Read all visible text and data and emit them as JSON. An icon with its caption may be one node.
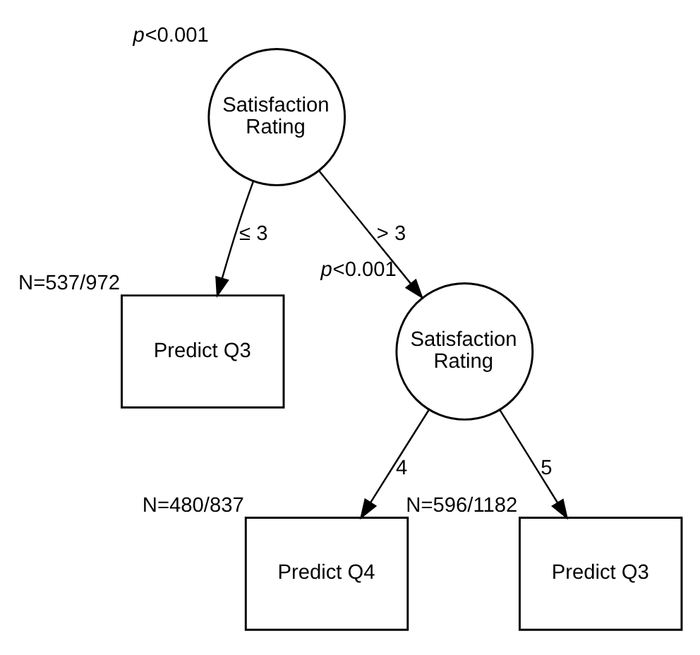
{
  "diagram": {
    "nodes": [
      {
        "text": [
          "Satisfaction Rating"
        ],
        "beside": [
          "*p*<0.001"
        ]
      },
      {
        "text": [
          "Predict Q3"
        ],
        "beside": [
          "N=537/972"
        ]
      },
      {
        "text": [
          "Satisfaction Rating"
        ],
        "beside": [
          "*p*<0.001"
        ]
      },
      {
        "text": [
          "Predict Q4"
        ],
        "beside": [
          "N=480/837"
        ]
      },
      {
        "text": [
          "Predict Q3"
        ],
        "beside": [
          "N=596/1182"
        ]
      }
    ],
    "edges": [
      {
        "from": 0,
        "to": 1,
        "arrow": "to",
        "label": "≤ 3"
      },
      {
        "from": 0,
        "to": 2,
        "arrow": "to",
        "label": "> 3"
      },
      {
        "from": 2,
        "to": 3,
        "arrow": "to",
        "label": "4"
      },
      {
        "from": 2,
        "to": 4,
        "arrow": "to",
        "label": "5"
      }
    ]
  }
}
